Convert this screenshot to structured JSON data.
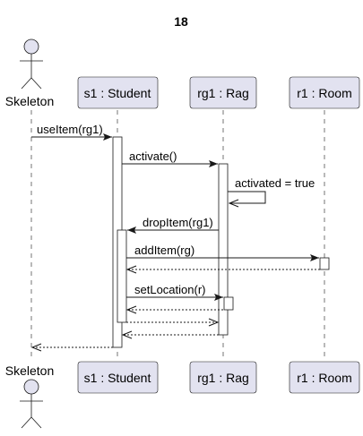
{
  "title": "18",
  "participants": {
    "skeleton": {
      "label": "Skeleton"
    },
    "student": {
      "label": "s1 : Student"
    },
    "rag": {
      "label": "rg1 : Rag"
    },
    "room": {
      "label": "r1 : Room"
    }
  },
  "messages": [
    {
      "label": "useItem(rg1)",
      "from": "skeleton",
      "to": "student",
      "type": "sync"
    },
    {
      "label": "activate()",
      "from": "student",
      "to": "rag",
      "type": "sync"
    },
    {
      "label": "activated = true",
      "from": "rag",
      "to": "rag",
      "type": "self"
    },
    {
      "label": "dropItem(rg1)",
      "from": "rag",
      "to": "student",
      "type": "sync"
    },
    {
      "label": "addItem(rg)",
      "from": "student",
      "to": "room",
      "type": "sync"
    },
    {
      "label": "",
      "from": "room",
      "to": "student",
      "type": "return"
    },
    {
      "label": "setLocation(r)",
      "from": "student",
      "to": "rag",
      "type": "sync"
    },
    {
      "label": "",
      "from": "rag",
      "to": "student",
      "type": "return"
    },
    {
      "label": "",
      "from": "student",
      "to": "rag",
      "type": "return"
    },
    {
      "label": "",
      "from": "rag",
      "to": "student",
      "type": "return"
    },
    {
      "label": "",
      "from": "student",
      "to": "skeleton",
      "type": "return"
    }
  ],
  "colors": {
    "participant_fill": "#e2e2f0",
    "line": "#181818"
  }
}
